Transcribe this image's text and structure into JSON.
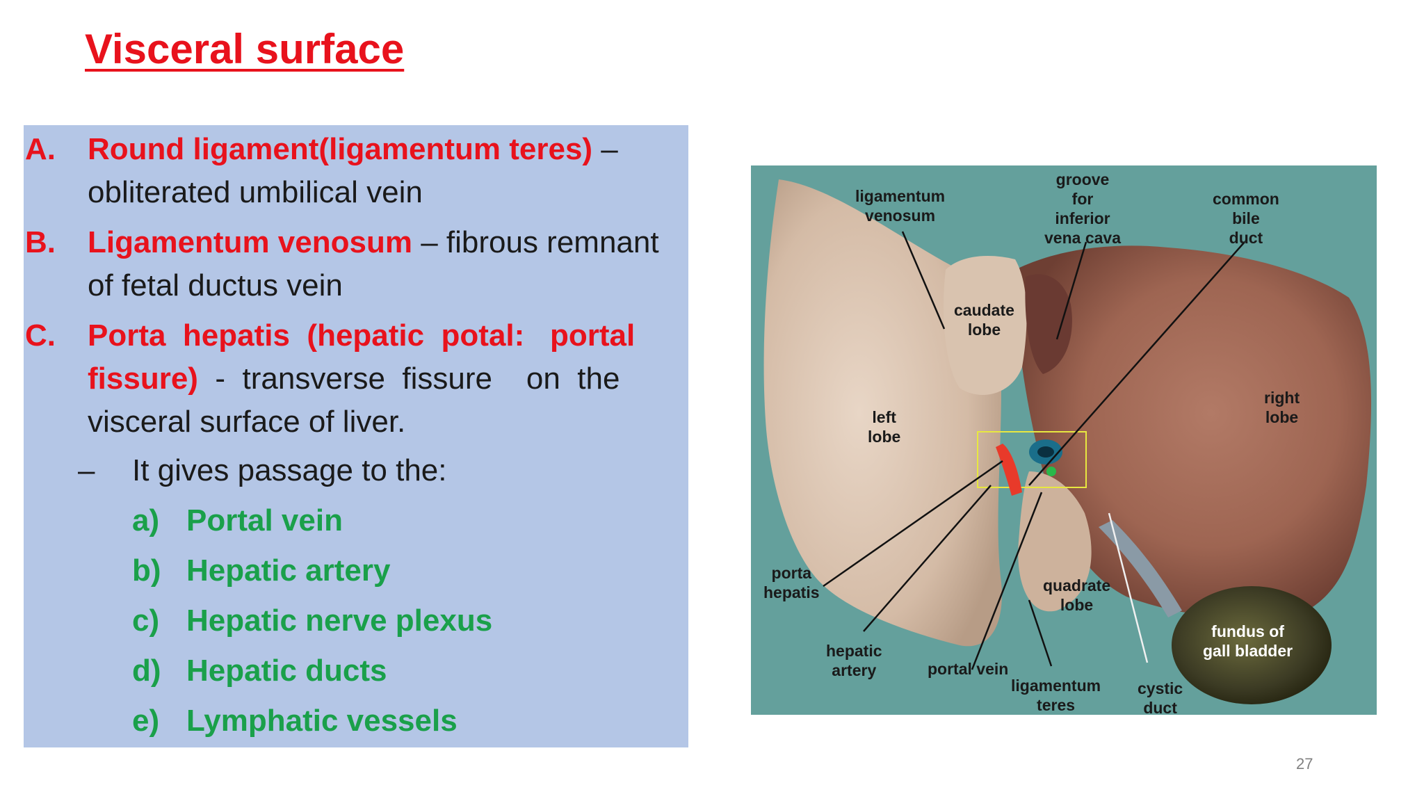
{
  "slide": {
    "title": "Visceral surface",
    "page_number": "27"
  },
  "points": {
    "a": {
      "marker": "A.",
      "heading": "Round ligament(ligamentum  teres)",
      "sep": " –",
      "line2": "obliterated umbilical vein"
    },
    "b": {
      "marker": "B.",
      "heading": "Ligamentum venosum",
      "rest1": " – fibrous  remnant",
      "line2": "of fetal ductus vein"
    },
    "c": {
      "marker": "C.",
      "heading1": "Porta  hepatis  (hepatic  potal:   portal",
      "heading2": "fissure)",
      "rest2": "  -  transverse  fissure    on  the",
      "line3": "visceral surface of liver."
    },
    "passage": {
      "dash": "–",
      "text": "It gives passage to the:"
    },
    "structures": [
      {
        "label": "a)",
        "name": "Portal vein"
      },
      {
        "label": "b)",
        "name": "Hepatic artery"
      },
      {
        "label": "c)",
        "name": "Hepatic nerve plexus"
      },
      {
        "label": "d)",
        "name": "Hepatic ducts"
      },
      {
        "label": "e)",
        "name": "Lymphatic vessels"
      }
    ]
  },
  "figure": {
    "labels": {
      "ligamentum_venosum": "ligamentum\nvenosum",
      "groove_ivc": "groove\nfor\ninferior\nvena cava",
      "common_bile_duct": "common\nbile\nduct",
      "caudate_lobe": "caudate\nlobe",
      "right_lobe": "right\nlobe",
      "left_lobe": "left\nlobe",
      "porta_hepatis": "porta\nhepatis",
      "quadrate_lobe": "quadrate\nlobe",
      "fundus_gall_bladder": "fundus of\ngall bladder",
      "hepatic_artery": "hepatic\nartery",
      "portal_vein": "portal vein",
      "ligamentum_teres": "ligamentum\nteres",
      "cystic_duct": "cystic\nduct"
    }
  },
  "colors": {
    "title_red": "#e8121c",
    "heading_green": "#1aa04a",
    "box_blue": "#b4c6e6",
    "figure_bg": "#64a09c"
  }
}
